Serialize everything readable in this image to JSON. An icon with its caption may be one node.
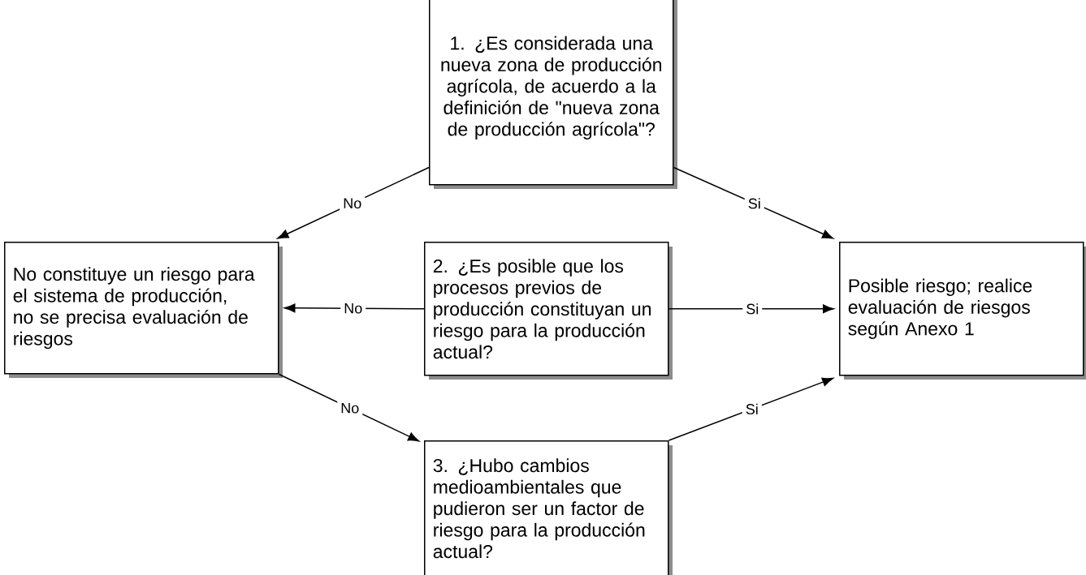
{
  "diagram": {
    "nodes": [
      {
        "text": [
          "1. ¿Es considerada una nueva zona de producción agrícola, de acuerdo a la definición de \"nueva zona de producción agrícola\"?"
        ]
      },
      {
        "text": [
          "No constituye un riesgo para el sistema de producción, no se precisa evaluación de riesgos"
        ]
      },
      {
        "text": [
          "2.  ¿Es posible que los procesos previos de producción constituyan un riesgo para la producción actual?"
        ]
      },
      {
        "text": [
          "Posible riesgo; realice evaluación de riesgos según Anexo 1"
        ]
      },
      {
        "text": [
          "3.  ¿Hubo cambios medioambientales que pudieron ser un factor de riesgo para la producción actual?"
        ]
      }
    ],
    "edges": [
      {
        "from": 0,
        "to": 1,
        "arrow": "to",
        "label": "No"
      },
      {
        "from": 0,
        "to": 3,
        "arrow": "to",
        "label": "Si"
      },
      {
        "from": 2,
        "to": 1,
        "arrow": "to",
        "label": "No"
      },
      {
        "from": 2,
        "to": 3,
        "arrow": "to",
        "label": "Si"
      },
      {
        "from": 1,
        "to": 4,
        "arrow": "to",
        "label": "No"
      },
      {
        "from": 4,
        "to": 3,
        "arrow": "to",
        "label": "Si"
      }
    ]
  }
}
